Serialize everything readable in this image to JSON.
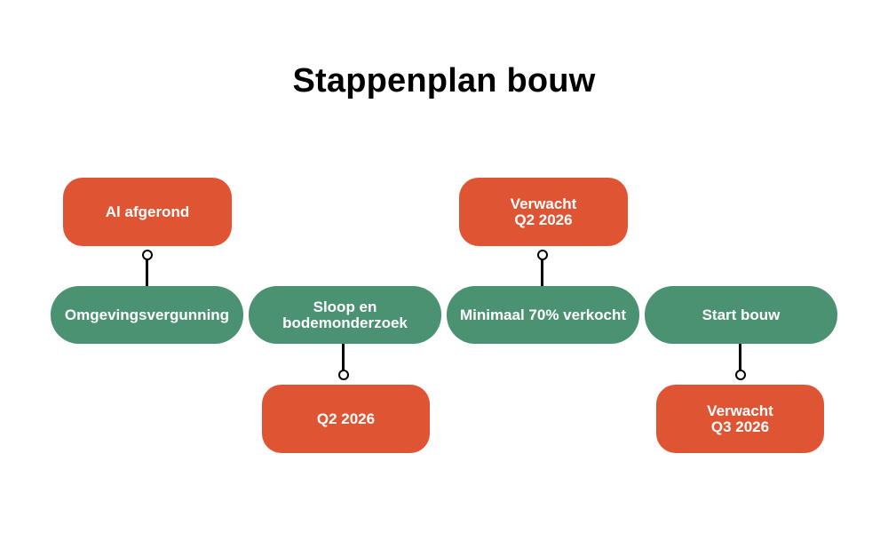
{
  "title": "Stappenplan bouw",
  "colors": {
    "step": "#4a9272",
    "status": "#df5533"
  },
  "steps": [
    {
      "line1": "Omgevingsvergunning",
      "line2": ""
    },
    {
      "line1": "Sloop en",
      "line2": "bodemonderzoek"
    },
    {
      "line1": "Minimaal 70% verkocht",
      "line2": ""
    },
    {
      "line1": "Start bouw",
      "line2": ""
    }
  ],
  "statuses": [
    {
      "line1": "Al afgerond",
      "line2": ""
    },
    {
      "line1": "Q2 2026",
      "line2": ""
    },
    {
      "line1": "Verwacht",
      "line2": "Q2 2026"
    },
    {
      "line1": "Verwacht",
      "line2": "Q3 2026"
    }
  ]
}
